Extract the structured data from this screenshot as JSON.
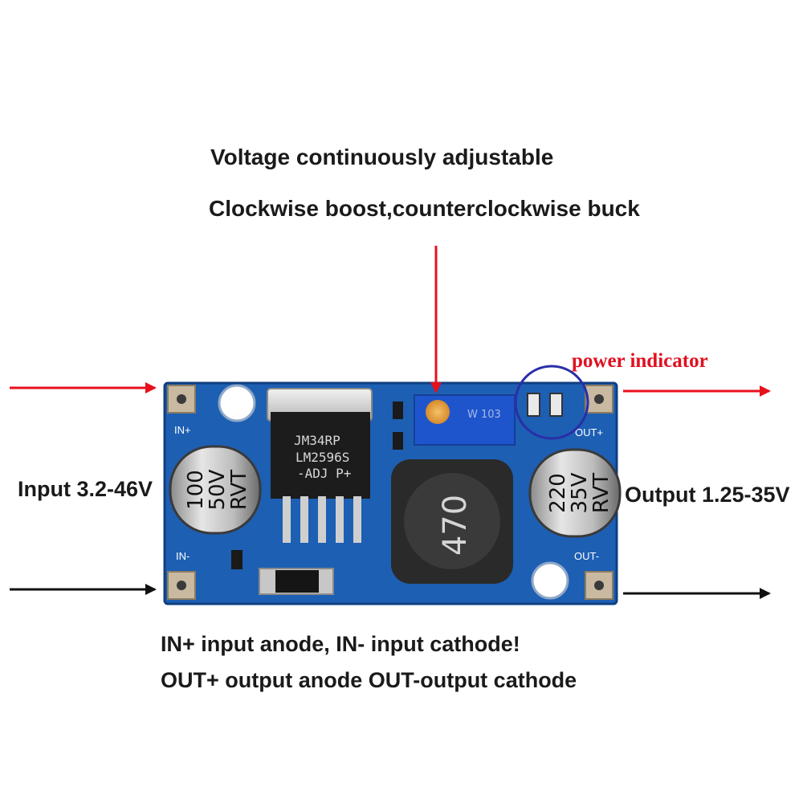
{
  "captions": {
    "title_line1": "Voltage continuously adjustable",
    "title_line2": "Clockwise boost,counterclockwise buck",
    "note_line1": "IN+ input anode, IN- input cathode!",
    "note_line2": "OUT+ output anode OUT-output cathode",
    "input": "Input 3.2-46V",
    "output": "Output 1.25-35V",
    "power_indicator": "power indicator"
  },
  "board": {
    "pads": {
      "in_plus": "IN+",
      "in_minus": "IN-",
      "out_plus": "OUT+",
      "out_minus": "OUT-"
    },
    "input_capacitor": {
      "line1": "100",
      "line2": "50V",
      "line3": "RVT"
    },
    "output_capacitor": {
      "line1": "220",
      "line2": "35V",
      "line3": "RVT"
    },
    "regulator": {
      "line1": "JM34RP",
      "line2": "LM2596S",
      "line3": "-ADJ  P+"
    },
    "inductor": "470",
    "potentiometer": "W 103"
  },
  "colors": {
    "pcb": "#1d5fb3",
    "arrow_red": "#e8101c",
    "arrow_black": "#111111",
    "indicator_circle": "#2a2ea8",
    "power_text": "#e01020"
  }
}
